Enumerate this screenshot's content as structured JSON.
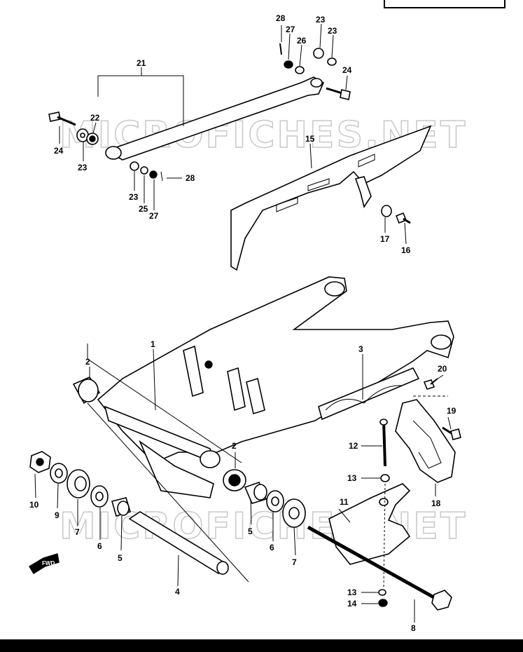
{
  "watermark": "MICROFICHES.NET",
  "fwd_label": "FWD",
  "callouts": {
    "c1": "1",
    "c2a": "2",
    "c2b": "2",
    "c3": "3",
    "c4": "4",
    "c5a": "5",
    "c5b": "5",
    "c6a": "6",
    "c6b": "6",
    "c7a": "7",
    "c7b": "7",
    "c8": "8",
    "c9": "9",
    "c10": "10",
    "c11": "11",
    "c12": "12",
    "c13a": "13",
    "c13b": "13",
    "c14": "14",
    "c15": "15",
    "c16": "16",
    "c17": "17",
    "c18": "18",
    "c19": "19",
    "c20": "20",
    "c21": "21",
    "c22": "22",
    "c23a": "23",
    "c23b": "23",
    "c23c": "23",
    "c23d": "23",
    "c24a": "24",
    "c24b": "24",
    "c25": "25",
    "c26": "26",
    "c27a": "27",
    "c27b": "27",
    "c28a": "28",
    "c28b": "28"
  }
}
